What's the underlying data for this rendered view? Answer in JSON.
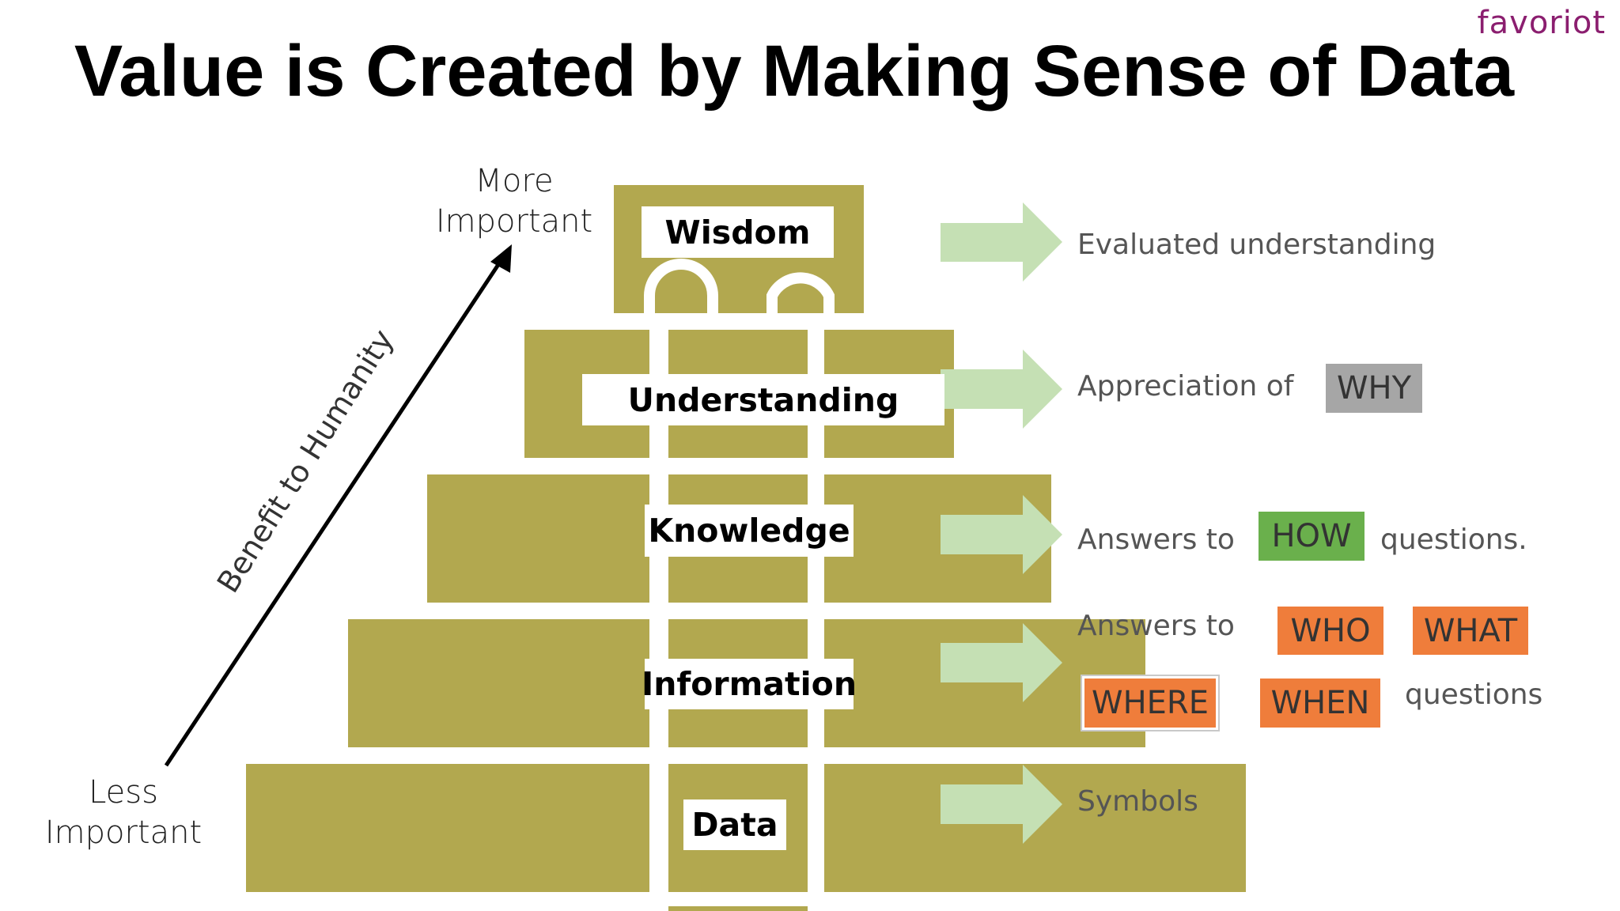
{
  "title": "Value is Created by Making Sense of Data",
  "brand": "favoriot",
  "axis": {
    "top_label_line1": "More",
    "top_label_line2": "Important",
    "bottom_label_line1": "Less",
    "bottom_label_line2": "Important",
    "arrow_label": "Benefit to Humanity"
  },
  "levels": {
    "wisdom": "Wisdom",
    "understanding": "Understanding",
    "knowledge": "Knowledge",
    "information": "Information",
    "data": "Data"
  },
  "descriptions": {
    "wisdom": "Evaluated understanding",
    "understanding_prefix": "Appreciation of",
    "understanding_badge": "WHY",
    "knowledge_prefix": "Answers to",
    "knowledge_badge": "HOW",
    "knowledge_suffix": "questions.",
    "information_prefix": "Answers to",
    "information_badges": [
      "WHO",
      "WHAT",
      "WHERE",
      "WHEN"
    ],
    "information_suffix": "questions",
    "data": "Symbols"
  },
  "colors": {
    "pyramid": "#b2a84f",
    "arrow": "#c5e0b4",
    "why": "#a6a6a6",
    "how": "#6ab04c",
    "who_what_where_when": "#ef7d3b"
  }
}
